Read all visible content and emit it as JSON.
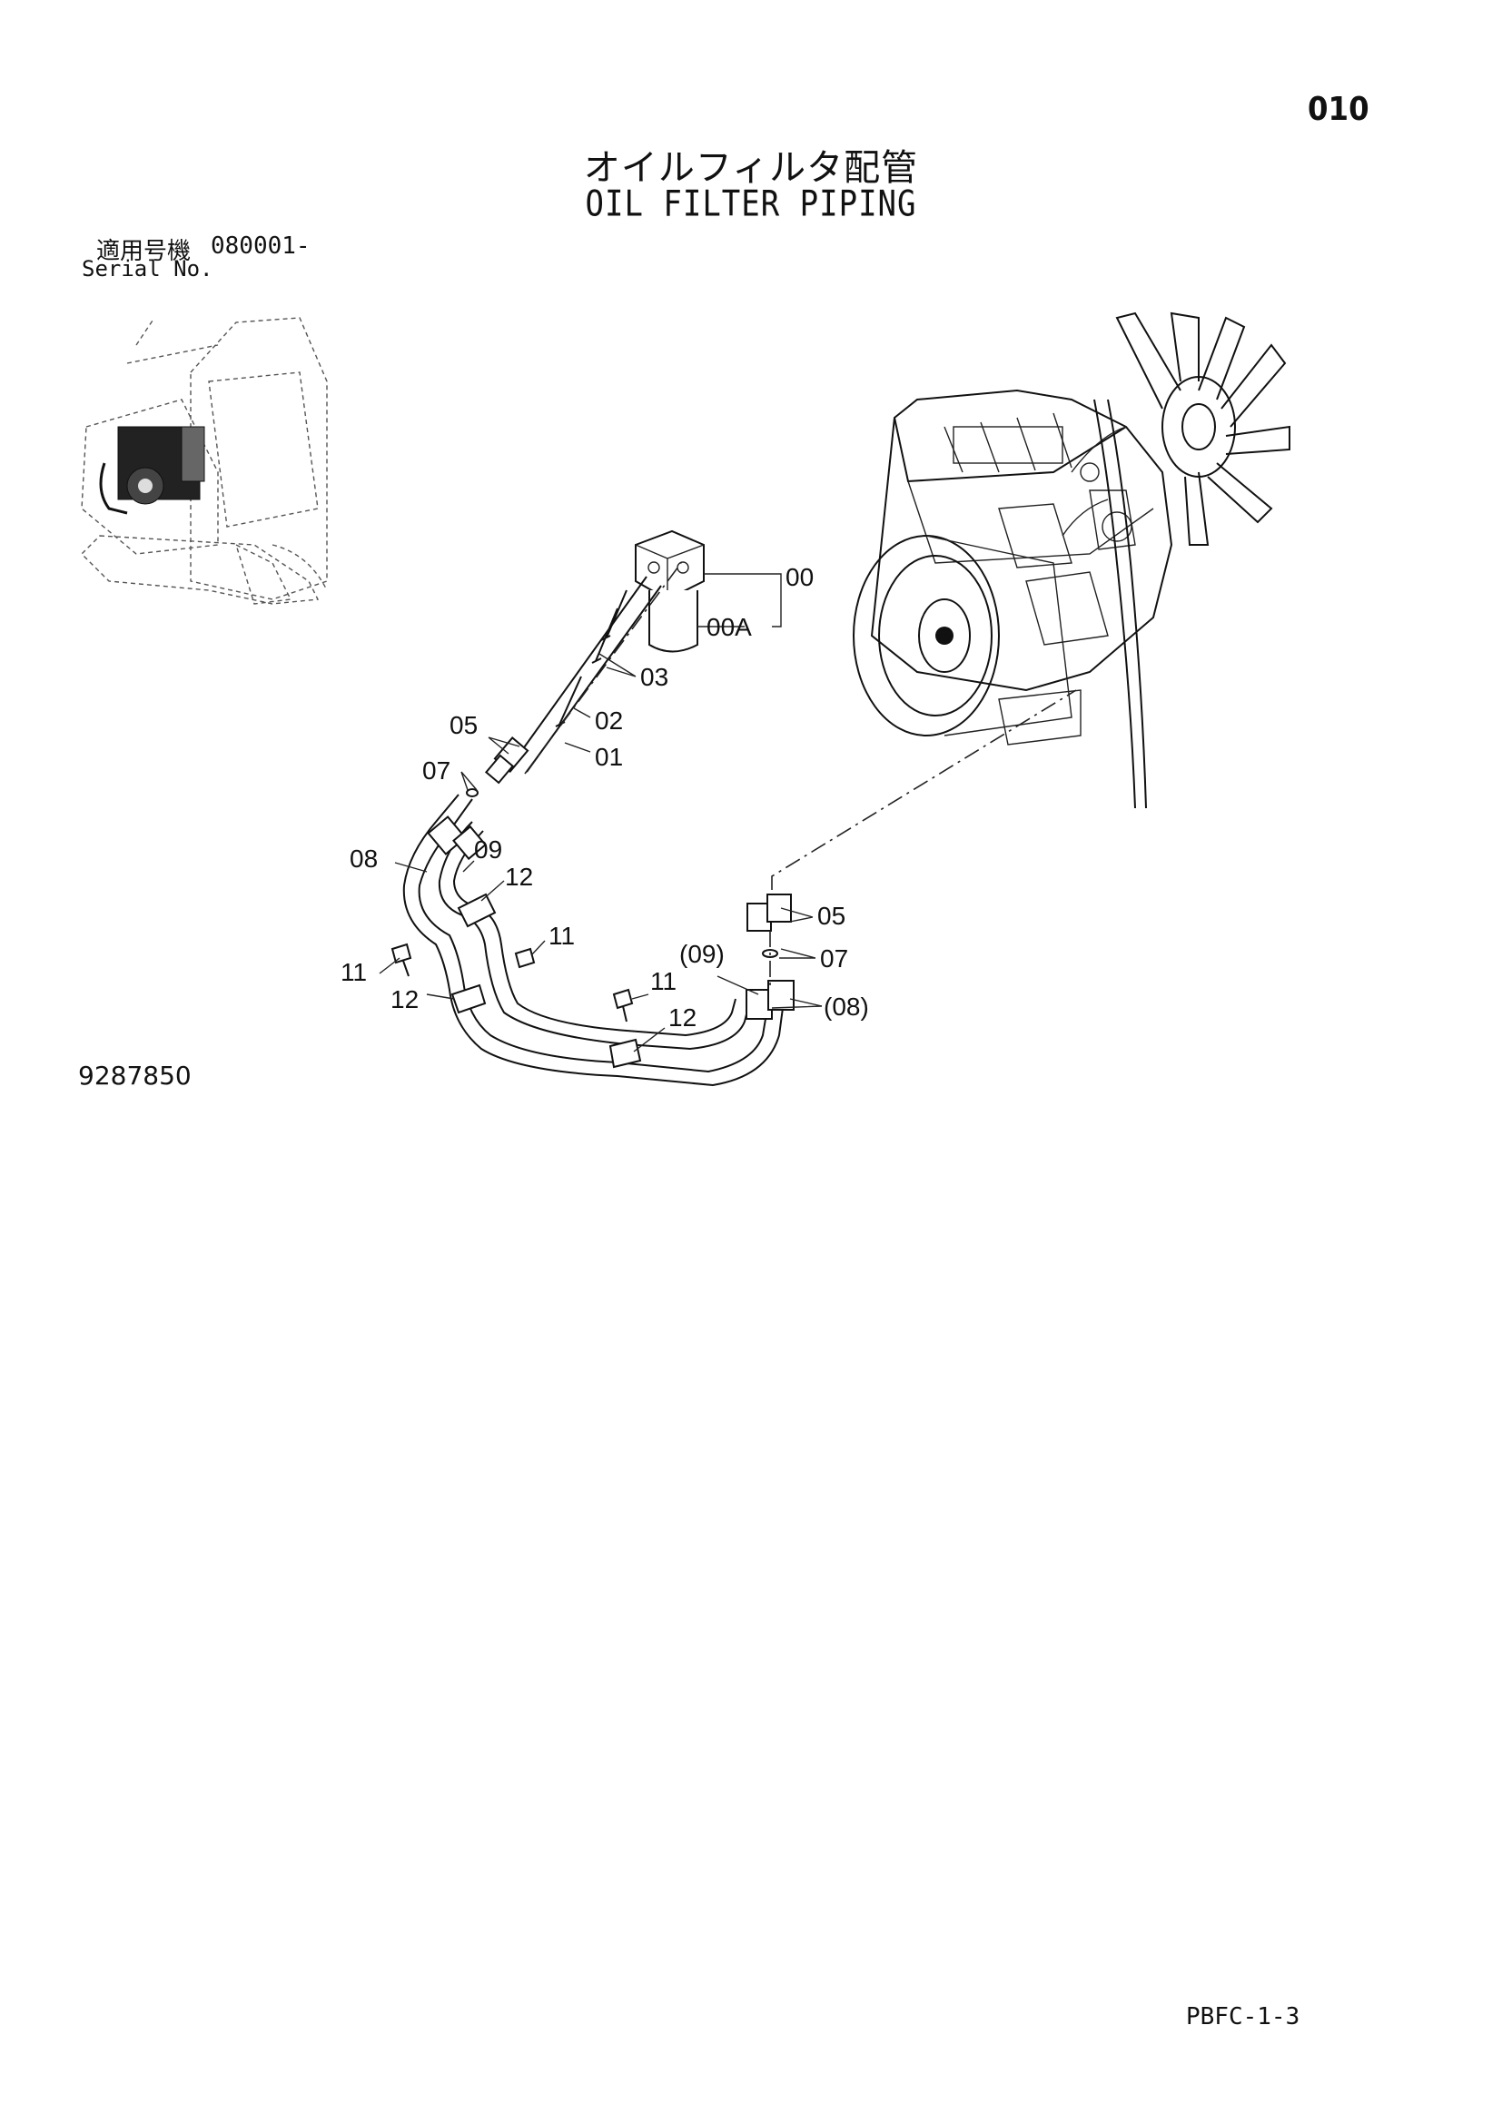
{
  "page_number": "010",
  "title_ja": "オイルフィルタ配管",
  "title_en": "OIL FILTER PIPING",
  "serial": {
    "label_ja": "適用号機",
    "value": "080001-",
    "label_en": "Serial No."
  },
  "drawing_number": "9287850",
  "page_code": "PBFC-1-3",
  "callouts": {
    "c00": "00",
    "c00A": "00A",
    "c03": "03",
    "c02": "02",
    "c01": "01",
    "c05a": "05",
    "c07a": "07",
    "c08a": "08",
    "c09a": "09",
    "c12a": "12",
    "c11a": "11",
    "c11b": "11",
    "c12b": "12",
    "c11c": "11",
    "c12c": "12",
    "c09b": "(09)",
    "c05b": "05",
    "c07b": "07",
    "c08b": "(08)"
  }
}
